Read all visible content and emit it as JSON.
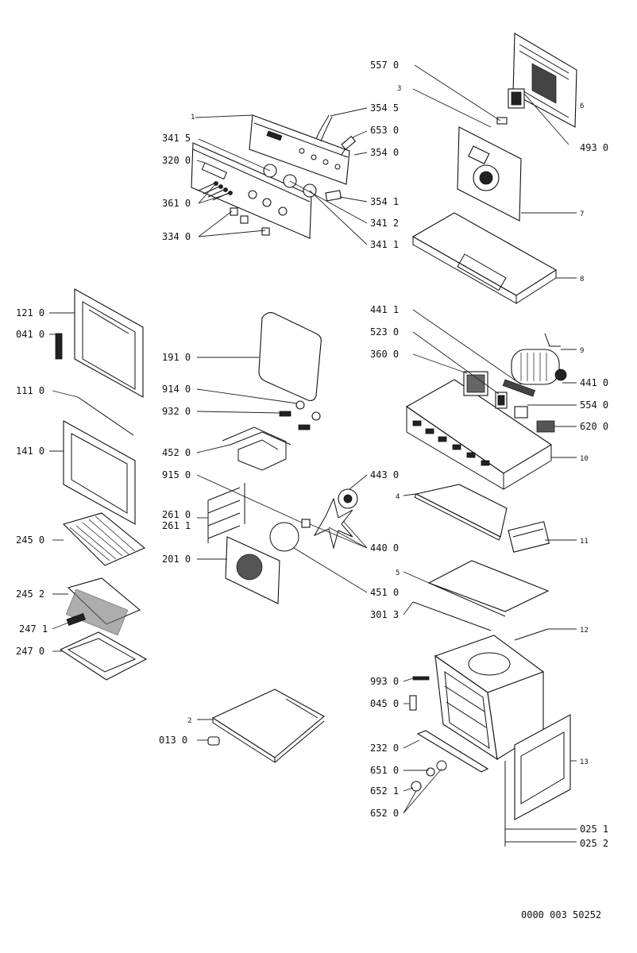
{
  "labels": {
    "l557_0": "557 0",
    "l3": "3",
    "l354_5": "354 5",
    "l653_0": "653 0",
    "l354_0": "354 0",
    "l1": "1",
    "l341_5": "341 5",
    "l320_0": "320 0",
    "l361_0": "361 0",
    "l354_1": "354 1",
    "l341_2": "341 2",
    "l334_0": "334 0",
    "l341_1": "341 1",
    "l6": "6",
    "l493_0": "493 0",
    "l7": "7",
    "l8": "8",
    "l121_0": "121 0",
    "l041_0": "041 0",
    "l111_0": "111 0",
    "l141_0": "141 0",
    "l245_0": "245 0",
    "l245_2": "245 2",
    "l247_1": "247 1",
    "l247_0": "247 0",
    "l191_0": "191 0",
    "l914_0": "914 0",
    "l932_0": "932 0",
    "l452_0": "452 0",
    "l915_0": "915 0",
    "l261_0": "261 0",
    "l261_1": "261 1",
    "l201_0": "201 0",
    "l443_0": "443 0",
    "l440_0": "440 0",
    "l451_0": "451 0",
    "l441_1": "441 1",
    "l523_0": "523 0",
    "l360_0": "360 0",
    "l9": "9",
    "l441_0": "441 0",
    "l554_0": "554 0",
    "l620_0": "620 0",
    "l10": "10",
    "l4": "4",
    "l11": "11",
    "l5": "5",
    "l301_3": "301 3",
    "l12": "12",
    "l993_0": "993 0",
    "l045_0": "045 0",
    "l2": "2",
    "l013_0": "013 0",
    "l232_0": "232 0",
    "l651_0": "651 0",
    "l652_1": "652 1",
    "l13": "13",
    "l652_0": "652 0",
    "l025_1": "025 1",
    "l025_2": "025 2",
    "doc_code": "0000 003 50252"
  }
}
